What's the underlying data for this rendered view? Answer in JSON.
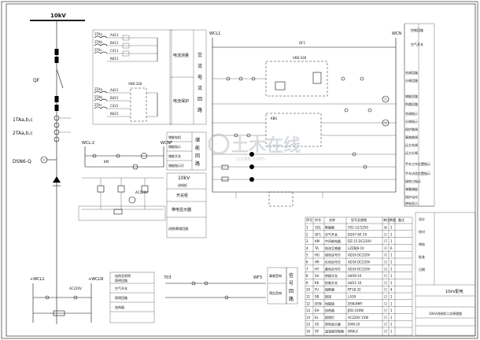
{
  "one_line": {
    "voltage": "10kV",
    "breaker": "QF",
    "ct_label_1": "1TAa,b,c",
    "ct_label_2": "2TAa,b,c",
    "switch": "DSN6-Q"
  },
  "ac_section": {
    "labels": [
      "交",
      "流",
      "电",
      "流",
      "回",
      "路"
    ],
    "rows": [
      "电流测量",
      "电流保护"
    ],
    "ct_tags": [
      "1TAa",
      "1TAb",
      "1TAc",
      "2TAa",
      "2TAb",
      "2TAc"
    ],
    "wires": [
      "A411",
      "B411",
      "C411",
      "N411",
      "A421",
      "B421",
      "C421",
      "N421"
    ]
  },
  "dc_section": {
    "labels": [
      "储",
      "能",
      "回",
      "路"
    ],
    "rows": [
      "储能电机",
      "储能指示",
      "储能开关",
      "储能指示灯"
    ],
    "bus_left": "WCL-2",
    "bus_right": "WCNF",
    "relay": "KM"
  },
  "status_table": {
    "header": [
      "10kV",
      "进线柜"
    ],
    "rows": [
      "开关柜",
      "带电显示器",
      "闭锁/解锁回路"
    ]
  },
  "bottom_left": {
    "bus_left": "+WCL1",
    "bus_right": "+WCLN",
    "supply": "AC220V",
    "rows": [
      "加热及照明",
      "照明回路",
      "空气开关",
      "照明回路",
      "加热器"
    ]
  },
  "bottom_mid": {
    "wire_left": "703",
    "wire_right": "WF3",
    "labels": [
      "事故音响",
      "预告音响"
    ],
    "side_block": [
      "信",
      "号",
      "回",
      "路"
    ]
  },
  "main_circuit": {
    "top_left": "WCL1",
    "top_right": "WCN",
    "qf_label": "QF1",
    "relay_label": "VKB-328",
    "lower_label": "KBU"
  },
  "right_strip": {
    "rows": [
      "控制回路",
      "空气开关",
      "合闸回路",
      "分闸回路",
      "储能回路",
      "防跳回路",
      "合闸指示",
      "分闸指示",
      "保护跳闸",
      "事故跳闸",
      "远方合闸",
      "远方分闸",
      "手车工作位置指示",
      "手车试验位置指示",
      "接地刀指示",
      "弹簧储能",
      "保护动作",
      "带电显示"
    ]
  },
  "device_table": {
    "header": [
      "序号",
      "符号",
      "名称",
      "型号及规格",
      "单位",
      "数量",
      "备注"
    ],
    "rows": [
      [
        "1",
        "1DL",
        "断路器",
        "VS1-12/1250",
        "台",
        "1",
        ""
      ],
      [
        "2",
        "QF1",
        "空气开关",
        "DZ47-60 C6",
        "只",
        "1",
        ""
      ],
      [
        "3",
        "KM",
        "中间继电器",
        "DZ-15 DC220V",
        "只",
        "1",
        ""
      ],
      [
        "4",
        "TA",
        "电流互感器",
        "LZZBJ9-10",
        "只",
        "6",
        ""
      ],
      [
        "5",
        "HG",
        "绿色信号灯",
        "AD16 DC220V",
        "只",
        "1",
        ""
      ],
      [
        "6",
        "HR",
        "红色信号灯",
        "AD16 DC220V",
        "只",
        "1",
        ""
      ],
      [
        "7",
        "HY",
        "黄色信号灯",
        "AD16 DC220V",
        "只",
        "1",
        ""
      ],
      [
        "8",
        "SA",
        "转换开关",
        "LW39-16",
        "只",
        "1",
        ""
      ],
      [
        "9",
        "KK",
        "控制开关",
        "LW21-16",
        "只",
        "1",
        ""
      ],
      [
        "10",
        "FU",
        "熔断器",
        "RT18-32",
        "只",
        "4",
        ""
      ],
      [
        "11",
        "SB",
        "按钮",
        "LA39",
        "只",
        "2",
        ""
      ],
      [
        "12",
        "DSN",
        "电磁锁",
        "DSN-BMY",
        "只",
        "1",
        ""
      ],
      [
        "13",
        "EH",
        "加热器",
        "JRD-100W",
        "只",
        "1",
        ""
      ],
      [
        "14",
        "EL",
        "照明灯",
        "AC220V 15W",
        "只",
        "1",
        ""
      ],
      [
        "15",
        "XS",
        "带电显示器",
        "DXN-10",
        "只",
        "1",
        ""
      ],
      [
        "16",
        "SP",
        "温湿度控制器",
        "WSK-Z",
        "只",
        "1",
        ""
      ]
    ]
  },
  "title_block": {
    "project": "10kV配电",
    "drawing_title": "10kV进线柜二次原理图",
    "rows": [
      "设计",
      "校对",
      "审核",
      "批准",
      "日期"
    ]
  },
  "watermark": "土木在线",
  "watermark_sub": "coi88.com"
}
